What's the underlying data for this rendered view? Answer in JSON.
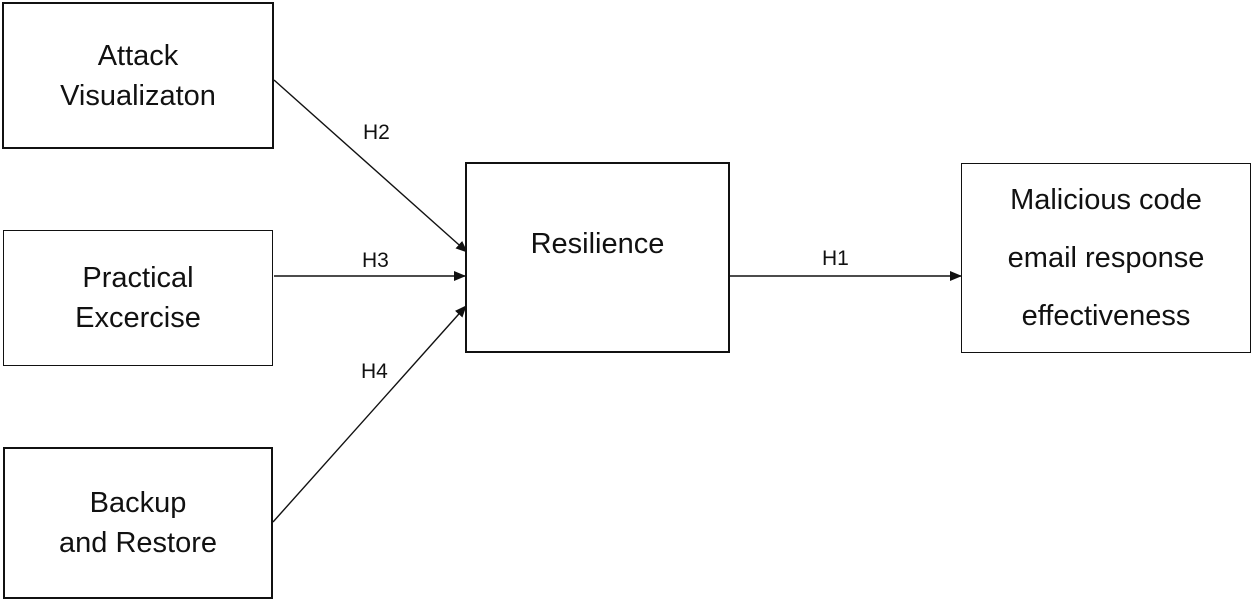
{
  "nodes": {
    "attack": {
      "lines": [
        "Attack",
        "Visualizaton"
      ]
    },
    "practical": {
      "lines": [
        "Practical",
        "Excercise"
      ]
    },
    "backup": {
      "lines": [
        "Backup",
        "and Restore"
      ]
    },
    "resilience": {
      "lines": [
        "Resilience"
      ]
    },
    "malicious": {
      "lines": [
        "Malicious code",
        "email response",
        "effectiveness"
      ]
    }
  },
  "edges": {
    "h2": {
      "label": "H2",
      "from": "attack",
      "to": "resilience"
    },
    "h3": {
      "label": "H3",
      "from": "practical",
      "to": "resilience"
    },
    "h4": {
      "label": "H4",
      "from": "backup",
      "to": "resilience"
    },
    "h1": {
      "label": "H1",
      "from": "resilience",
      "to": "malicious"
    }
  },
  "colors": {
    "stroke": "#111111",
    "background": "#ffffff"
  }
}
